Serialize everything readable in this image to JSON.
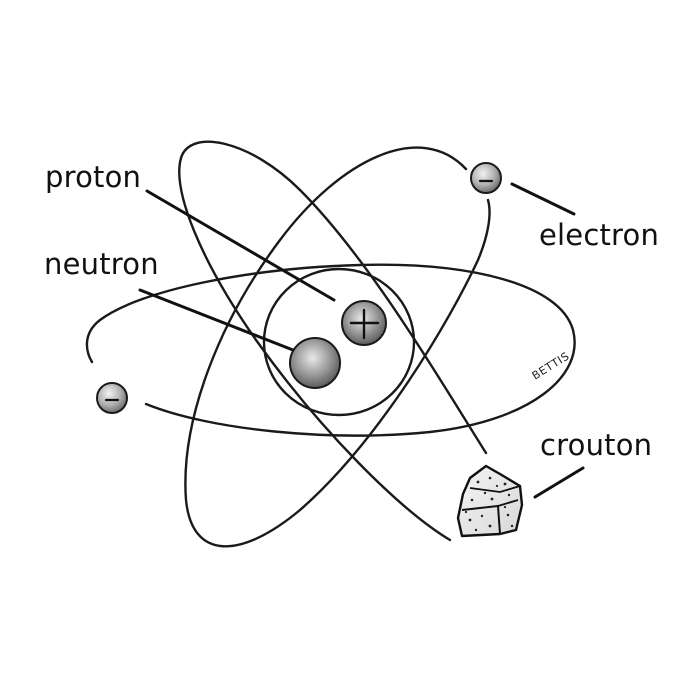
{
  "labels": {
    "proton": "proton",
    "neutron": "neutron",
    "electron": "electron",
    "crouton": "crouton"
  },
  "signature": "BETTIS",
  "particles": {
    "proton_symbol": "+",
    "electron_symbol": "−"
  },
  "colors": {
    "ink": "#1a1a1a",
    "shading": "#8a8a8a",
    "background": "#ffffff"
  }
}
